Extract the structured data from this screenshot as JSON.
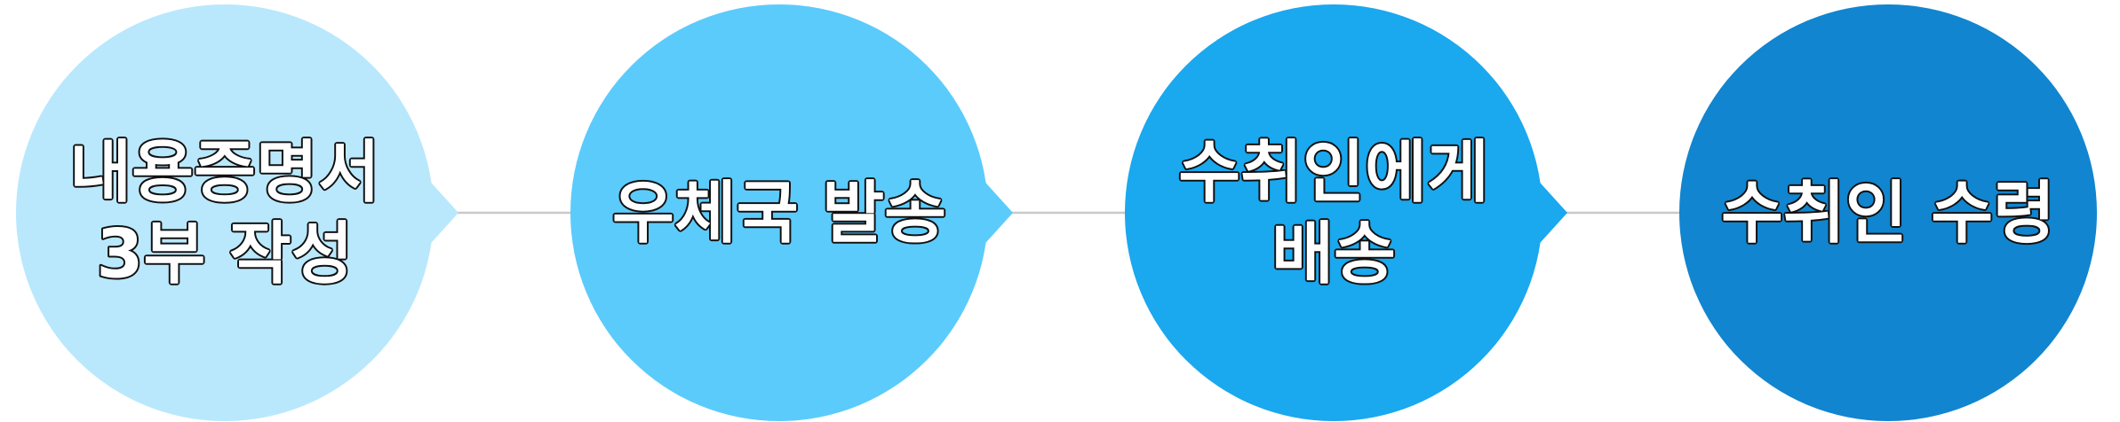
{
  "process": {
    "steps": [
      {
        "lines": [
          "내용증명서",
          "3부 작성"
        ],
        "color": "#b9e8fd"
      },
      {
        "lines": [
          "우체국 발송"
        ],
        "color": "#5bcbfc"
      },
      {
        "lines": [
          "수취인에게",
          "배송"
        ],
        "color": "#1aa8ef"
      },
      {
        "lines": [
          "수취인 수령"
        ],
        "color": "#1185cf"
      }
    ],
    "connector_color": "#c9c9c9"
  }
}
